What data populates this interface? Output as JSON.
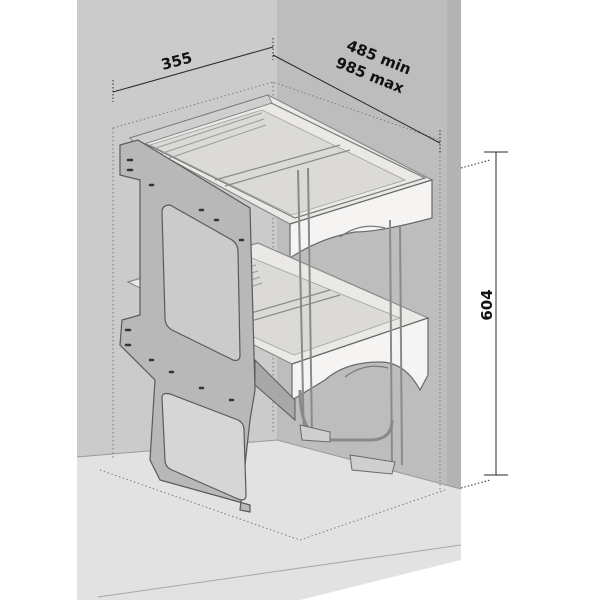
{
  "dimensions": {
    "width": "355",
    "depth_min": "485 min",
    "depth_max": "985 max",
    "height": "604"
  },
  "colors": {
    "cabinet_back_wall": "#bdbdbd",
    "cabinet_left_wall": "#cbcbcb",
    "cabinet_right_wall": "#c2c2c2",
    "cabinet_floor": "#e2e2e2",
    "frame_metal": "#b8b8b8",
    "frame_dark": "#6e6e6e",
    "basket_base": "#ebe9e6",
    "basket_front": "#f5f4f2",
    "dimension_line": "#2a2a2a"
  }
}
